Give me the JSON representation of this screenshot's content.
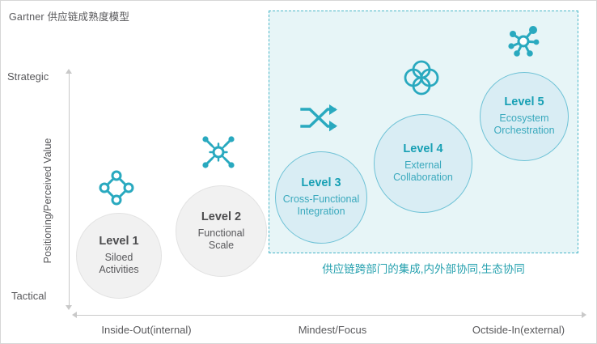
{
  "chart_data": {
    "type": "scatter",
    "title": "Gartner 供应链成熟度模型",
    "xlabel": "Mindest/Focus",
    "ylabel": "Positioning/Perceived Value",
    "x_tick_labels": [
      "Inside-Out(internal)",
      "Mindest/Focus",
      "Octside-In(external)"
    ],
    "y_tick_labels": [
      "Tactical",
      "Strategic"
    ],
    "y_axis_low": "Tactical",
    "y_axis_high": "Strategic",
    "grid": false,
    "legend": "none",
    "categories": [
      "Level 1",
      "Level 2",
      "Level 3",
      "Level 4",
      "Level 5"
    ],
    "points": [
      {
        "label": "Level 1",
        "description": "Siloed Activities",
        "x": 1,
        "y": 1,
        "size": 106,
        "highlighted": false,
        "icon": "ring-nodes-icon"
      },
      {
        "label": "Level 2",
        "description": "Functional Scale",
        "x": 2,
        "y": 2,
        "size": 113,
        "highlighted": false,
        "icon": "gear-spokes-icon"
      },
      {
        "label": "Level 3",
        "description": "Cross-Functional Integration",
        "x": 3,
        "y": 3,
        "size": 114,
        "highlighted": true,
        "icon": "shuffle-arrows-icon"
      },
      {
        "label": "Level 4",
        "description": "External Collaboration",
        "x": 4,
        "y": 4,
        "size": 122,
        "highlighted": true,
        "icon": "clover-circles-icon"
      },
      {
        "label": "Level 5",
        "description": "Ecosystem Orchestration",
        "x": 5,
        "y": 5,
        "size": 110,
        "highlighted": true,
        "icon": "hub-network-icon"
      }
    ],
    "annotations": [
      {
        "text": "供应链跨部门的集成,内外部协同,生态协同",
        "covers": [
          "Level 3",
          "Level 4",
          "Level 5"
        ]
      }
    ]
  },
  "title": "Gartner 供应链成熟度模型",
  "y_axis": {
    "top_label": "Strategic",
    "bottom_label": "Tactical",
    "title": "Positioning/Perceived Value"
  },
  "x_axis": {
    "labels": [
      "Inside-Out(internal)",
      "Mindest/Focus",
      "Octside-In(external)"
    ]
  },
  "levels": [
    {
      "level": "Level 1",
      "description": "Siloed Activities"
    },
    {
      "level": "Level 2",
      "description": "Functional Scale"
    },
    {
      "level": "Level 3",
      "description": "Cross-Functional Integration"
    },
    {
      "level": "Level 4",
      "description": "External Collaboration"
    },
    {
      "level": "Level 5",
      "description": "Ecosystem Orchestration"
    }
  ],
  "levels_text": [
    {
      "line1": "Siloed",
      "line2": "Activities"
    },
    {
      "line1": "Functional",
      "line2": "Scale"
    },
    {
      "line1": "Cross-Functional",
      "line2": "Integration"
    },
    {
      "line1": "External",
      "line2": "Collaboration"
    },
    {
      "line1": "Ecosystem",
      "line2": "Orchestration"
    }
  ],
  "highlight": {
    "caption": "供应链跨部门的集成,内外部协同,生态协同"
  },
  "colors": {
    "accent_teal": "#18a0b4",
    "icon_teal": "#29a9bf",
    "highlight_fill": "#e7f5f7",
    "highlight_border": "#49b6c8",
    "bubble_gray_fill": "#f1f1f1",
    "bubble_teal_fill": "#d9edf4",
    "text_gray": "#58585b",
    "axis_gray": "#c9c9c9"
  }
}
